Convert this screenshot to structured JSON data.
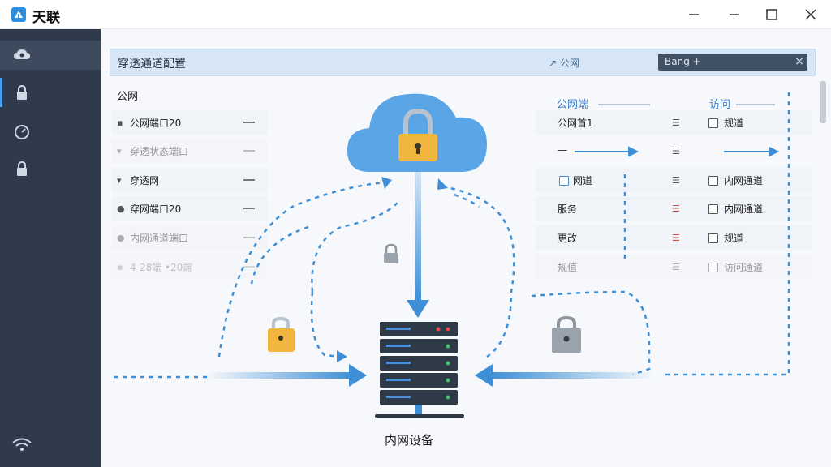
{
  "window": {
    "title": "天联",
    "controls": [
      "minimize",
      "maximize",
      "close"
    ]
  },
  "sidebar": {
    "items": [
      {
        "icon": "cloud-icon",
        "active": true
      },
      {
        "icon": "lock-icon",
        "active": false
      },
      {
        "icon": "dashboard-icon",
        "active": false
      },
      {
        "icon": "lock-icon",
        "active": false
      }
    ],
    "bottom_icon": "wifi-icon"
  },
  "config_bar": {
    "title": "穿透通道配置",
    "tag": "公网",
    "input_value": "Bang +",
    "close_label": "×"
  },
  "left_section": {
    "title": "公网",
    "rows": [
      {
        "icon": "▪",
        "label": "公网端口20"
      },
      {
        "icon": "▾",
        "label": "穿透状态端口"
      },
      {
        "icon": "▾",
        "label": "穿透网"
      },
      {
        "icon": "●",
        "label": "穿网端口20"
      },
      {
        "icon": "●",
        "label": "内网通道端口"
      },
      {
        "icon": "▪",
        "label": "4-28端 •20端"
      }
    ]
  },
  "right_section": {
    "col1_title": "公网端",
    "col2_title": "访问",
    "rows": [
      {
        "col1": "公网首1",
        "col2": "规道"
      },
      {
        "col1": "—",
        "col2": ""
      },
      {
        "col1": "网道",
        "col2": "内网通道"
      },
      {
        "col1": "服务",
        "col2": "内网通道"
      },
      {
        "col1": "更改",
        "col2": "规道"
      },
      {
        "col1": "规值",
        "col2": "访问通道"
      }
    ]
  },
  "diagram": {
    "device_label": "内网设备",
    "colors": {
      "cloud": "#5aa5e6",
      "lock": "#f0b63e",
      "lock_gray": "#9aa2ab",
      "line": "#3f8fd6",
      "server": "#2f3a48"
    }
  }
}
